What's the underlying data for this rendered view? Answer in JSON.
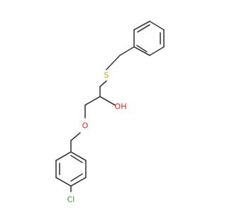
{
  "molecule": {
    "atoms": [
      {
        "id": "S",
        "label": "S",
        "color": "#c8a400"
      },
      {
        "id": "OH",
        "label": "OH",
        "color": "#e2231a"
      },
      {
        "id": "O",
        "label": "O",
        "color": "#e2231a"
      },
      {
        "id": "Cl",
        "label": "Cl",
        "color": "#2ca02c"
      }
    ],
    "bond_color": "#3a3a3a"
  }
}
